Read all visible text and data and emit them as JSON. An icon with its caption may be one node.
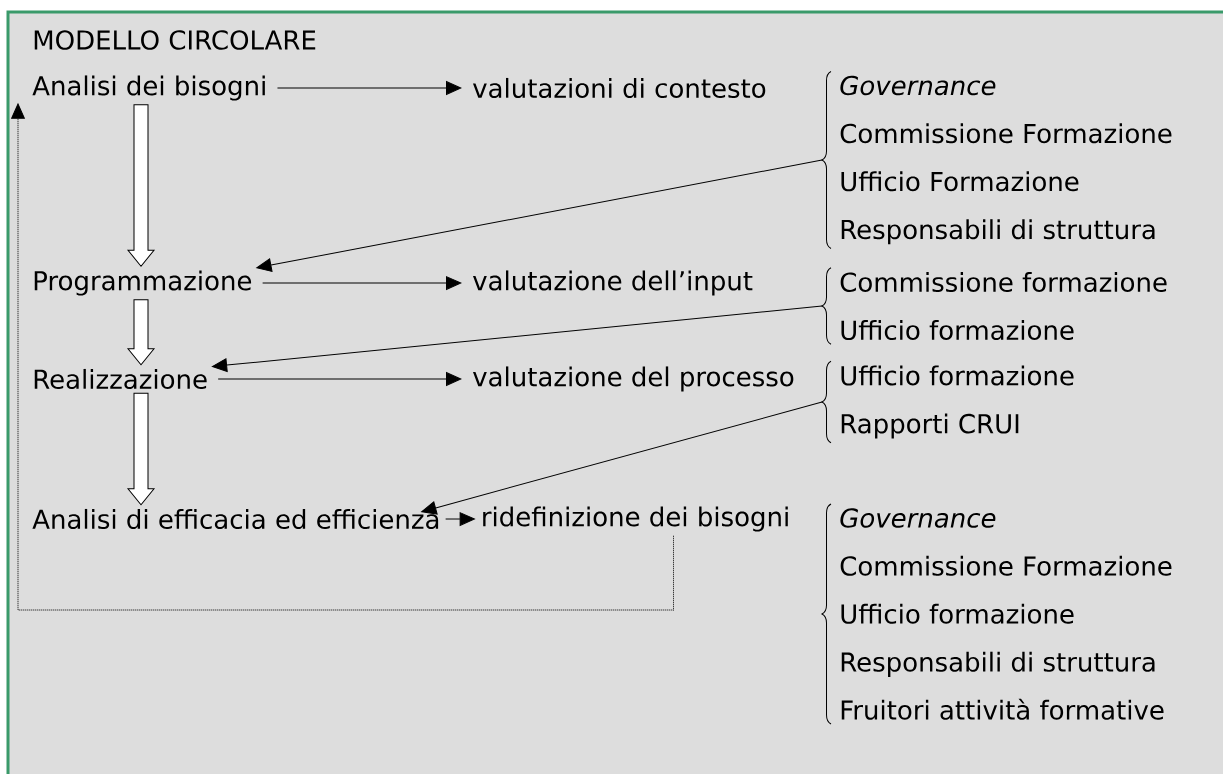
{
  "diagram": {
    "title": "MODELLO CIRCOLARE",
    "nodes": [
      {
        "text": [
          "Analisi dei bisogni"
        ]
      },
      {
        "text": [
          "valutazioni di contesto"
        ]
      },
      {
        "text": [
          "Programmazione"
        ]
      },
      {
        "text": [
          "valutazione dell’input"
        ]
      },
      {
        "text": [
          "Realizzazione"
        ]
      },
      {
        "text": [
          "valutazione del processo"
        ]
      },
      {
        "text": [
          "Analisi di efficacia ed efficienza"
        ]
      },
      {
        "text": [
          "ridefinizione dei bisogni"
        ]
      },
      {
        "text": [
          "*Governance*",
          "Commissione Formazione",
          "Ufficio Formazione",
          "Responsabili di struttura"
        ]
      },
      {
        "text": [
          "Commissione formazione",
          "Ufficio formazione"
        ]
      },
      {
        "text": [
          "Ufficio formazione",
          "Rapporti CRUI"
        ]
      },
      {
        "text": [
          "*Governance*",
          "Commissione Formazione",
          "Ufficio formazione",
          "Responsabili di struttura",
          "Fruitori attività formative"
        ]
      }
    ],
    "edges": [
      {
        "from": 0,
        "to": 1,
        "arrow": "to"
      },
      {
        "from": 0,
        "to": 2,
        "arrow": "to",
        "style": "thick"
      },
      {
        "from": 8,
        "to": 2,
        "arrow": "to"
      },
      {
        "from": 2,
        "to": 3,
        "arrow": "to"
      },
      {
        "from": 2,
        "to": 4,
        "arrow": "to",
        "style": "thick"
      },
      {
        "from": 9,
        "to": 4,
        "arrow": "to"
      },
      {
        "from": 4,
        "to": 5,
        "arrow": "to"
      },
      {
        "from": 4,
        "to": 6,
        "arrow": "to",
        "style": "thick"
      },
      {
        "from": 10,
        "to": 6,
        "arrow": "to"
      },
      {
        "from": 6,
        "to": 7,
        "arrow": "to"
      },
      {
        "from": 7,
        "to": 0,
        "arrow": "to",
        "style": "dashed"
      }
    ]
  }
}
